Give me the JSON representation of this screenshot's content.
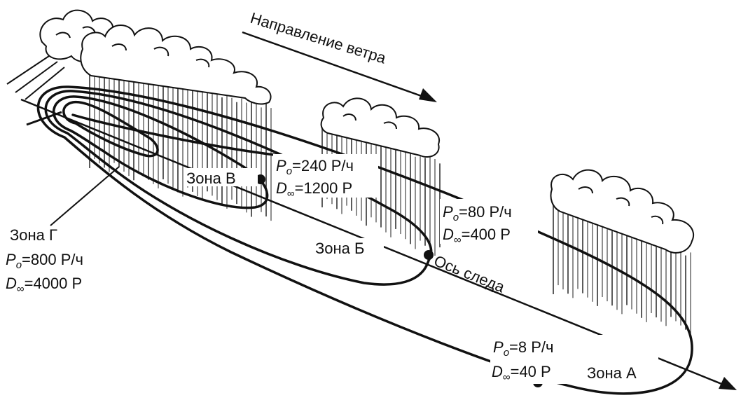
{
  "wind_direction": "Направление ветра",
  "axis_label": "Ось следа",
  "zones": {
    "g": {
      "name": "Зона Г",
      "p_symbol": "P",
      "p_sub": "o",
      "p_value": "=800 Р/ч",
      "d_symbol": "D",
      "d_sub": "∞",
      "d_value": "=4000 Р"
    },
    "v": {
      "name": "Зона В",
      "p_symbol": "P",
      "p_sub": "o",
      "p_value": "=240 Р/ч",
      "d_symbol": "D",
      "d_sub": "∞",
      "d_value": "=1200 Р"
    },
    "b": {
      "name": "Зона Б",
      "p_symbol": "P",
      "p_sub": "o",
      "p_value": "=80 Р/ч",
      "d_symbol": "D",
      "d_sub": "∞",
      "d_value": "=400 Р"
    },
    "a": {
      "name": "Зона А",
      "p_symbol": "P",
      "p_sub": "o",
      "p_value": "=8 Р/ч",
      "d_symbol": "D",
      "d_sub": "∞",
      "d_value": "=40 Р"
    }
  },
  "colors": {
    "ink": "#111111",
    "rain": "#333333",
    "paper": "#ffffff"
  }
}
